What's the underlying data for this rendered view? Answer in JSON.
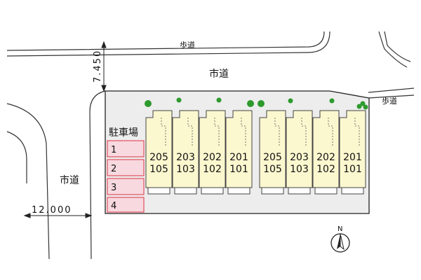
{
  "labels": {
    "sidewalk": "歩道",
    "city_road": "市道",
    "parking": "駐車場",
    "north": "N"
  },
  "dimensions": {
    "road_width_top": "7.450",
    "road_width_left": "12.000"
  },
  "parking_spaces": [
    "1",
    "2",
    "3",
    "4"
  ],
  "buildings": [
    {
      "name": "building-west",
      "units": [
        {
          "upper": "205",
          "lower": "105"
        },
        {
          "upper": "203",
          "lower": "103"
        },
        {
          "upper": "202",
          "lower": "102"
        },
        {
          "upper": "201",
          "lower": "101"
        }
      ]
    },
    {
      "name": "building-east",
      "units": [
        {
          "upper": "205",
          "lower": "105"
        },
        {
          "upper": "203",
          "lower": "103"
        },
        {
          "upper": "202",
          "lower": "102"
        },
        {
          "upper": "201",
          "lower": "101"
        }
      ]
    }
  ],
  "colors": {
    "site_fill": "#ededed",
    "building_fill": "#fbf7cf",
    "parking_fill": "#f7d9df",
    "parking_stroke": "#e0505f",
    "tree": "#2e9a2e",
    "line": "#333333"
  }
}
